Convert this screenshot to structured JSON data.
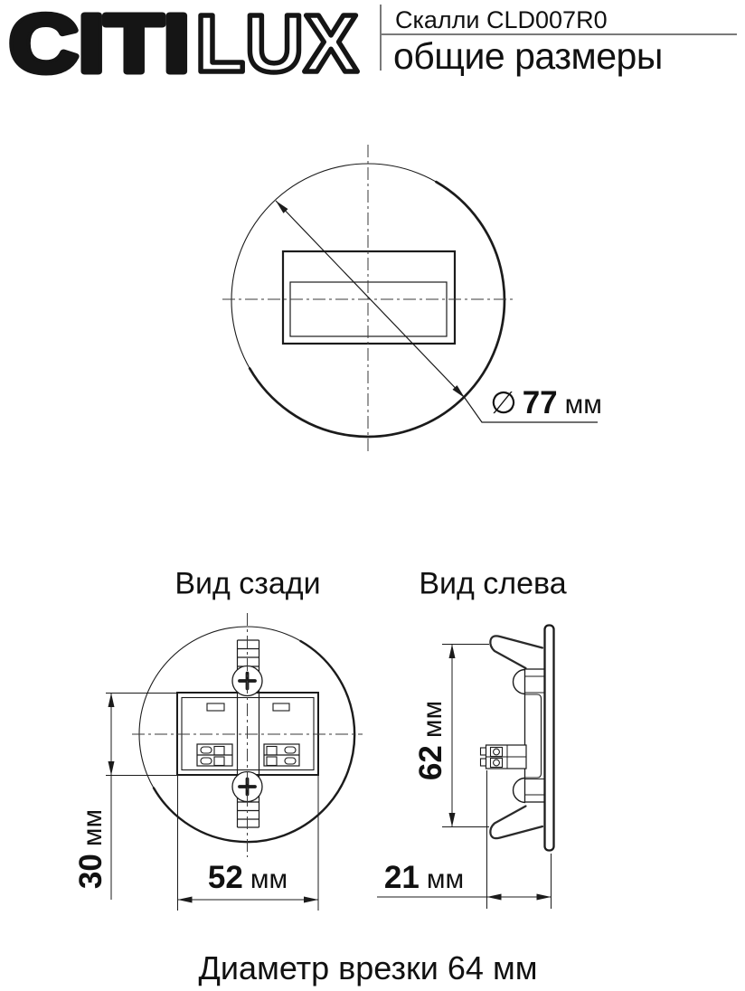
{
  "header": {
    "brand": {
      "part1": "CITI",
      "part2": "LUX"
    },
    "product_name": "Скалли CLD007R0",
    "subtitle": "общие размеры"
  },
  "front_view": {
    "diameter": {
      "symbol": "∅",
      "value": "77",
      "unit": "мм"
    }
  },
  "rear_view": {
    "title": "Вид сзади",
    "box_height": {
      "value": "30",
      "unit": "мм"
    },
    "box_width": {
      "value": "52",
      "unit": "мм"
    }
  },
  "left_view": {
    "title": "Вид слева",
    "clip_span": {
      "value": "62",
      "unit": "мм"
    },
    "depth": {
      "value": "21",
      "unit": "мм"
    }
  },
  "footer": {
    "caption": "Диаметр врезки 64 мм"
  },
  "colors": {
    "ink": "#1b1b1b",
    "divider_gray": "#7a7a7a",
    "background": "#ffffff"
  }
}
